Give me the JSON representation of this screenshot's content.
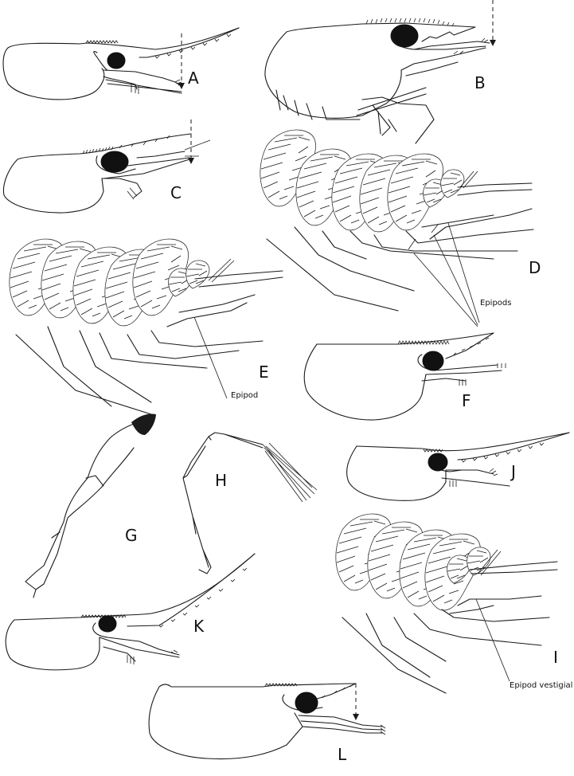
{
  "figure": {
    "panels": [
      {
        "id": "A",
        "label": "A",
        "content": "carapace lateral view, long serrated rostrum, dashed reference line with arrow"
      },
      {
        "id": "B",
        "label": "B",
        "content": "carapace lateral view with pereiopods, dorsal teeth, dashed reference line with arrow"
      },
      {
        "id": "C",
        "label": "C",
        "content": "carapace lateral view, rostrum with teeth, dashed reference line with arrow"
      },
      {
        "id": "D",
        "label": "D",
        "content": "gill region with epipods indicated"
      },
      {
        "id": "E",
        "label": "E",
        "content": "gill region with single epipod indicated"
      },
      {
        "id": "F",
        "label": "F",
        "content": "carapace lateral view, upturned serrated rostrum"
      },
      {
        "id": "G",
        "label": "G",
        "content": "appendage with dense setal brush at tip"
      },
      {
        "id": "H",
        "label": "H",
        "content": "bent appendage with long setae at tip"
      },
      {
        "id": "I",
        "label": "I",
        "content": "gill region with vestigial epipod indicated"
      },
      {
        "id": "J",
        "label": "J",
        "content": "carapace lateral view, long straight serrated rostrum"
      },
      {
        "id": "K",
        "label": "K",
        "content": "carapace lateral view, very long upturned serrated rostrum"
      },
      {
        "id": "L",
        "label": "L",
        "content": "carapace lateral view, short rostrum, dashed reference line with arrow"
      }
    ],
    "annotations": {
      "D": "Epipods",
      "E": "Epipod",
      "I": "Epipod vestigial"
    },
    "colors": {
      "line": "#1a1a1a",
      "eye_fill": "#111111",
      "background": "#ffffff"
    }
  }
}
